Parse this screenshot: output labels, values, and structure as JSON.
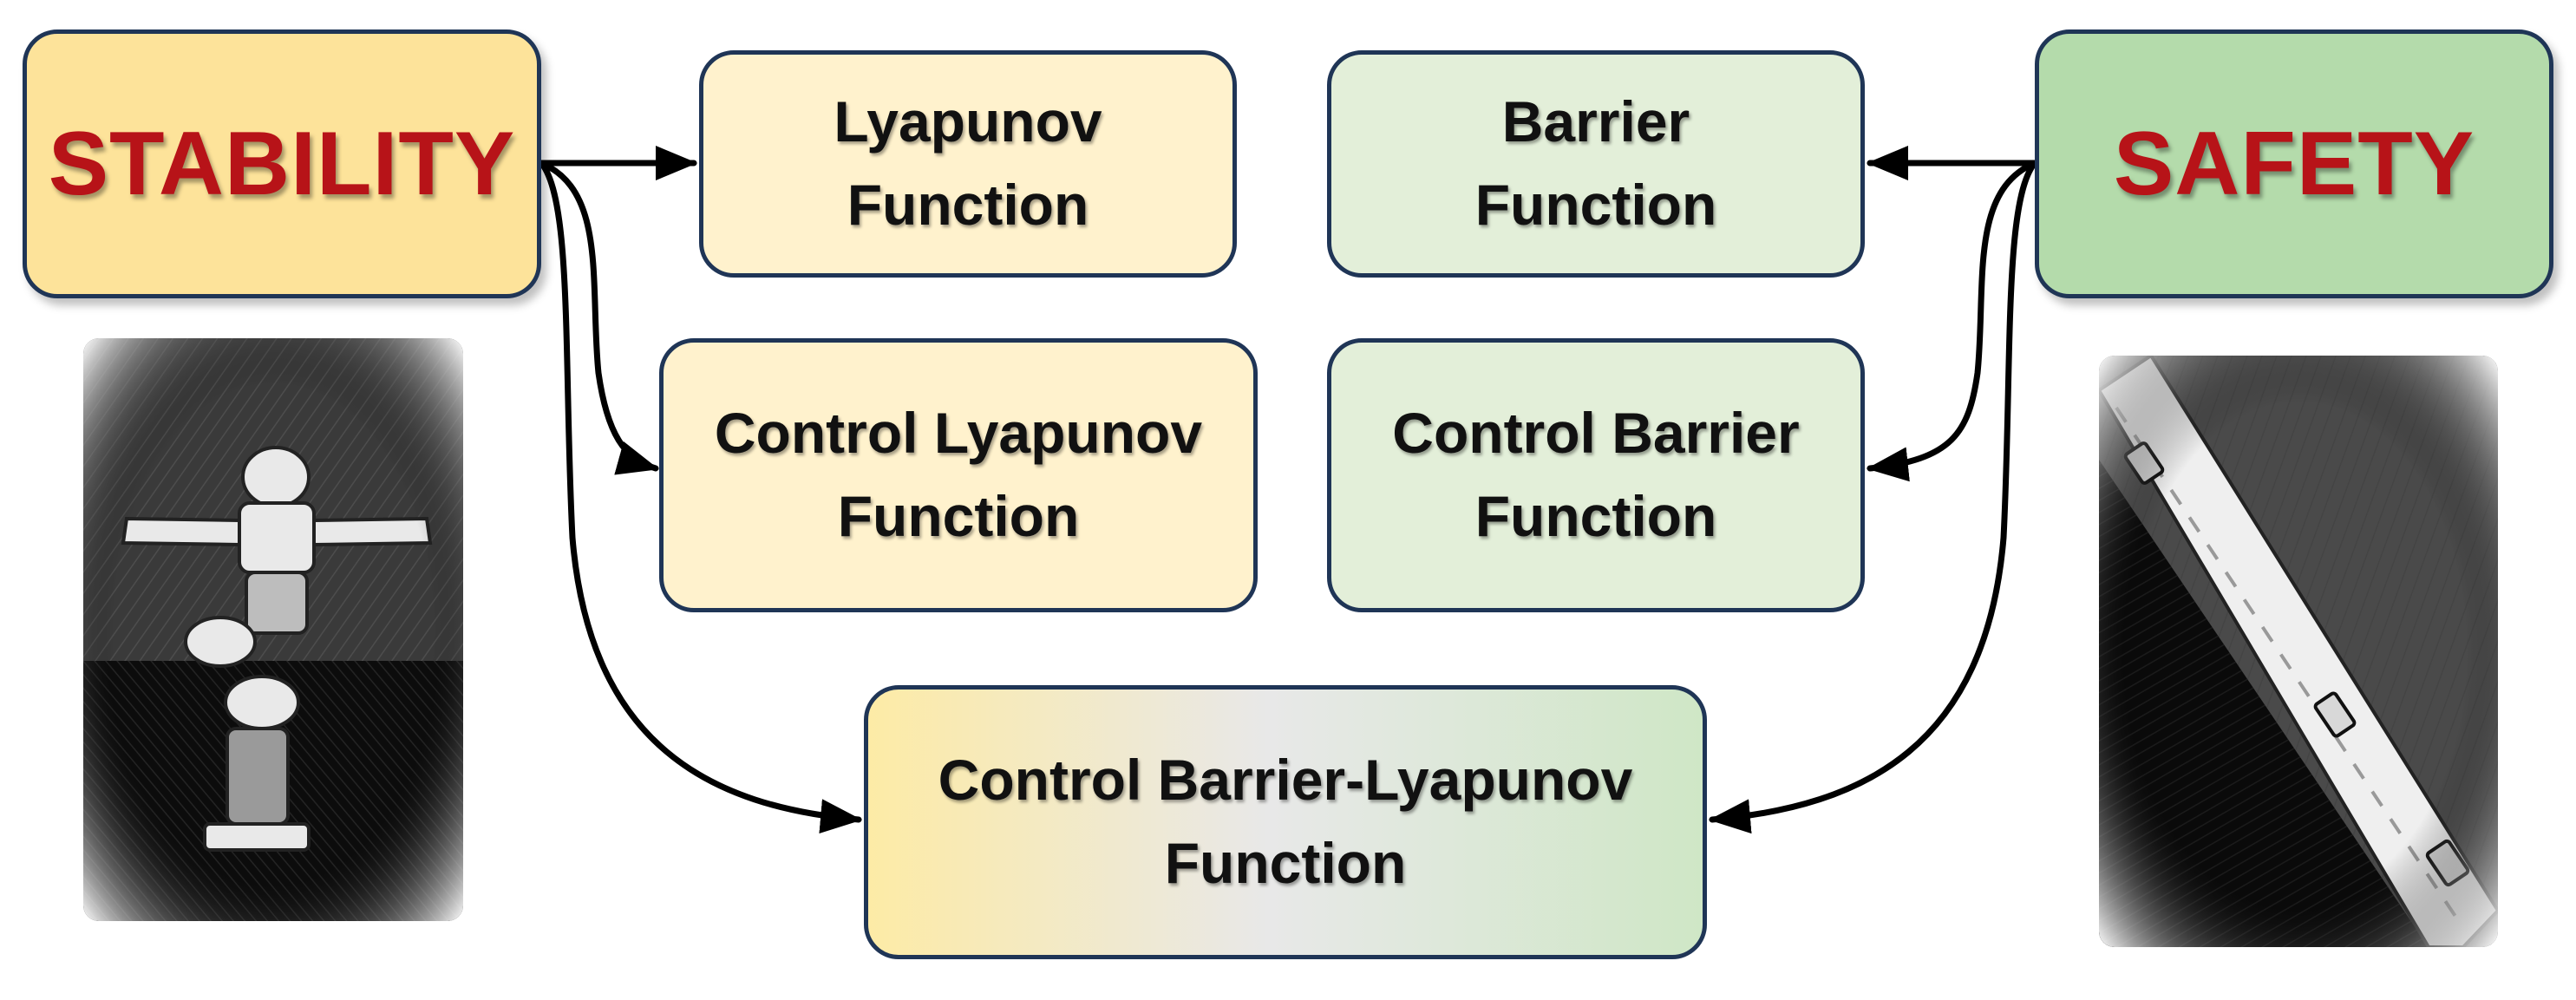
{
  "colors": {
    "stability_title": "#b71318",
    "safety_title": "#b71318",
    "stability_fill": "#fde39a",
    "lyapunov_fill": "#fff2cd",
    "safety_fill": "#b4dbab",
    "barrier_fill": "#e3efd9",
    "border": "#1f3556",
    "arrow": "#000000"
  },
  "boxes": {
    "stability": "STABILITY",
    "safety": "SAFETY",
    "lyapunov": "Lyapunov\nFunction",
    "barrier": "Barrier\nFunction",
    "control_lyapunov": "Control Lyapunov\nFunction",
    "control_barrier": "Control Barrier\nFunction",
    "control_barrier_lyapunov": "Control Barrier-Lyapunov\nFunction"
  },
  "images": {
    "left": "humanoid-robot-sketch",
    "right": "road-aerial-sketch"
  }
}
